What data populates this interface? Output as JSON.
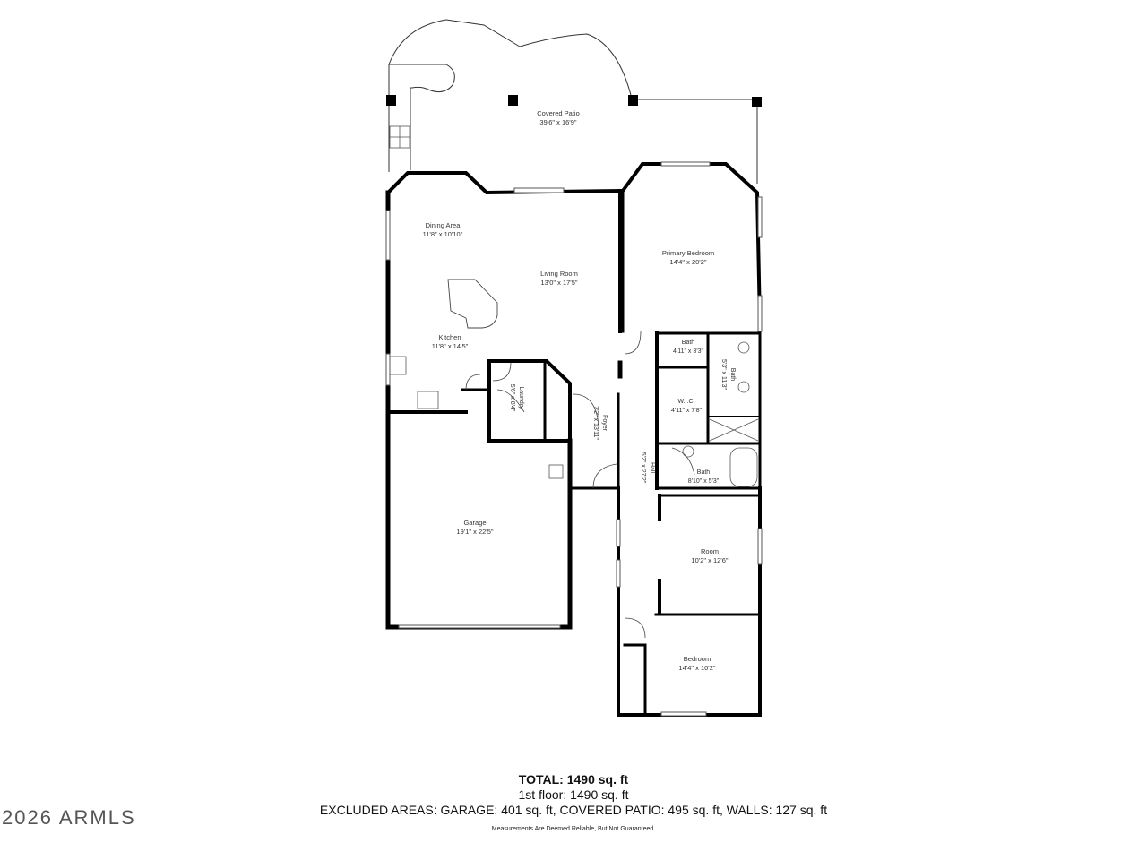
{
  "floorplan": {
    "rooms": [
      {
        "name": "Covered Patio",
        "dims": "39'6\" x 16'9\""
      },
      {
        "name": "Dining Area",
        "dims": "11'8\" x 10'10\""
      },
      {
        "name": "Living Room",
        "dims": "13'0\" x 17'5\""
      },
      {
        "name": "Primary Bedroom",
        "dims": "14'4\" x 20'2\""
      },
      {
        "name": "Kitchen",
        "dims": "11'8\" x 14'5\""
      },
      {
        "name": "Bath",
        "dims": "4'11\" x 3'3\""
      },
      {
        "name": "Bath",
        "dims": "5'3\" x 11'3\""
      },
      {
        "name": "W.I.C.",
        "dims": "4'11\" x 7'8\""
      },
      {
        "name": "Laundry",
        "dims": "5'6\" x 8'4\""
      },
      {
        "name": "Foyer",
        "dims": "7'2\" x 13'11\""
      },
      {
        "name": "Hall",
        "dims": "5'2\" x 27'2\""
      },
      {
        "name": "Bath",
        "dims": "8'10\" x 5'3\""
      },
      {
        "name": "Garage",
        "dims": "19'1\" x 22'5\""
      },
      {
        "name": "Room",
        "dims": "10'2\" x 12'6\""
      },
      {
        "name": "Bedroom",
        "dims": "14'4\" x 10'2\""
      }
    ]
  },
  "summary": {
    "total": "TOTAL: 1490 sq. ft",
    "floor": "1st floor: 1490 sq. ft",
    "excluded": "EXCLUDED AREAS: GARAGE: 401 sq. ft, COVERED PATIO: 495 sq. ft, WALLS: 127 sq. ft",
    "disclaimer": "Measurements Are Deemed Reliable, But Not Guaranteed."
  },
  "watermark": "2026 ARMLS"
}
